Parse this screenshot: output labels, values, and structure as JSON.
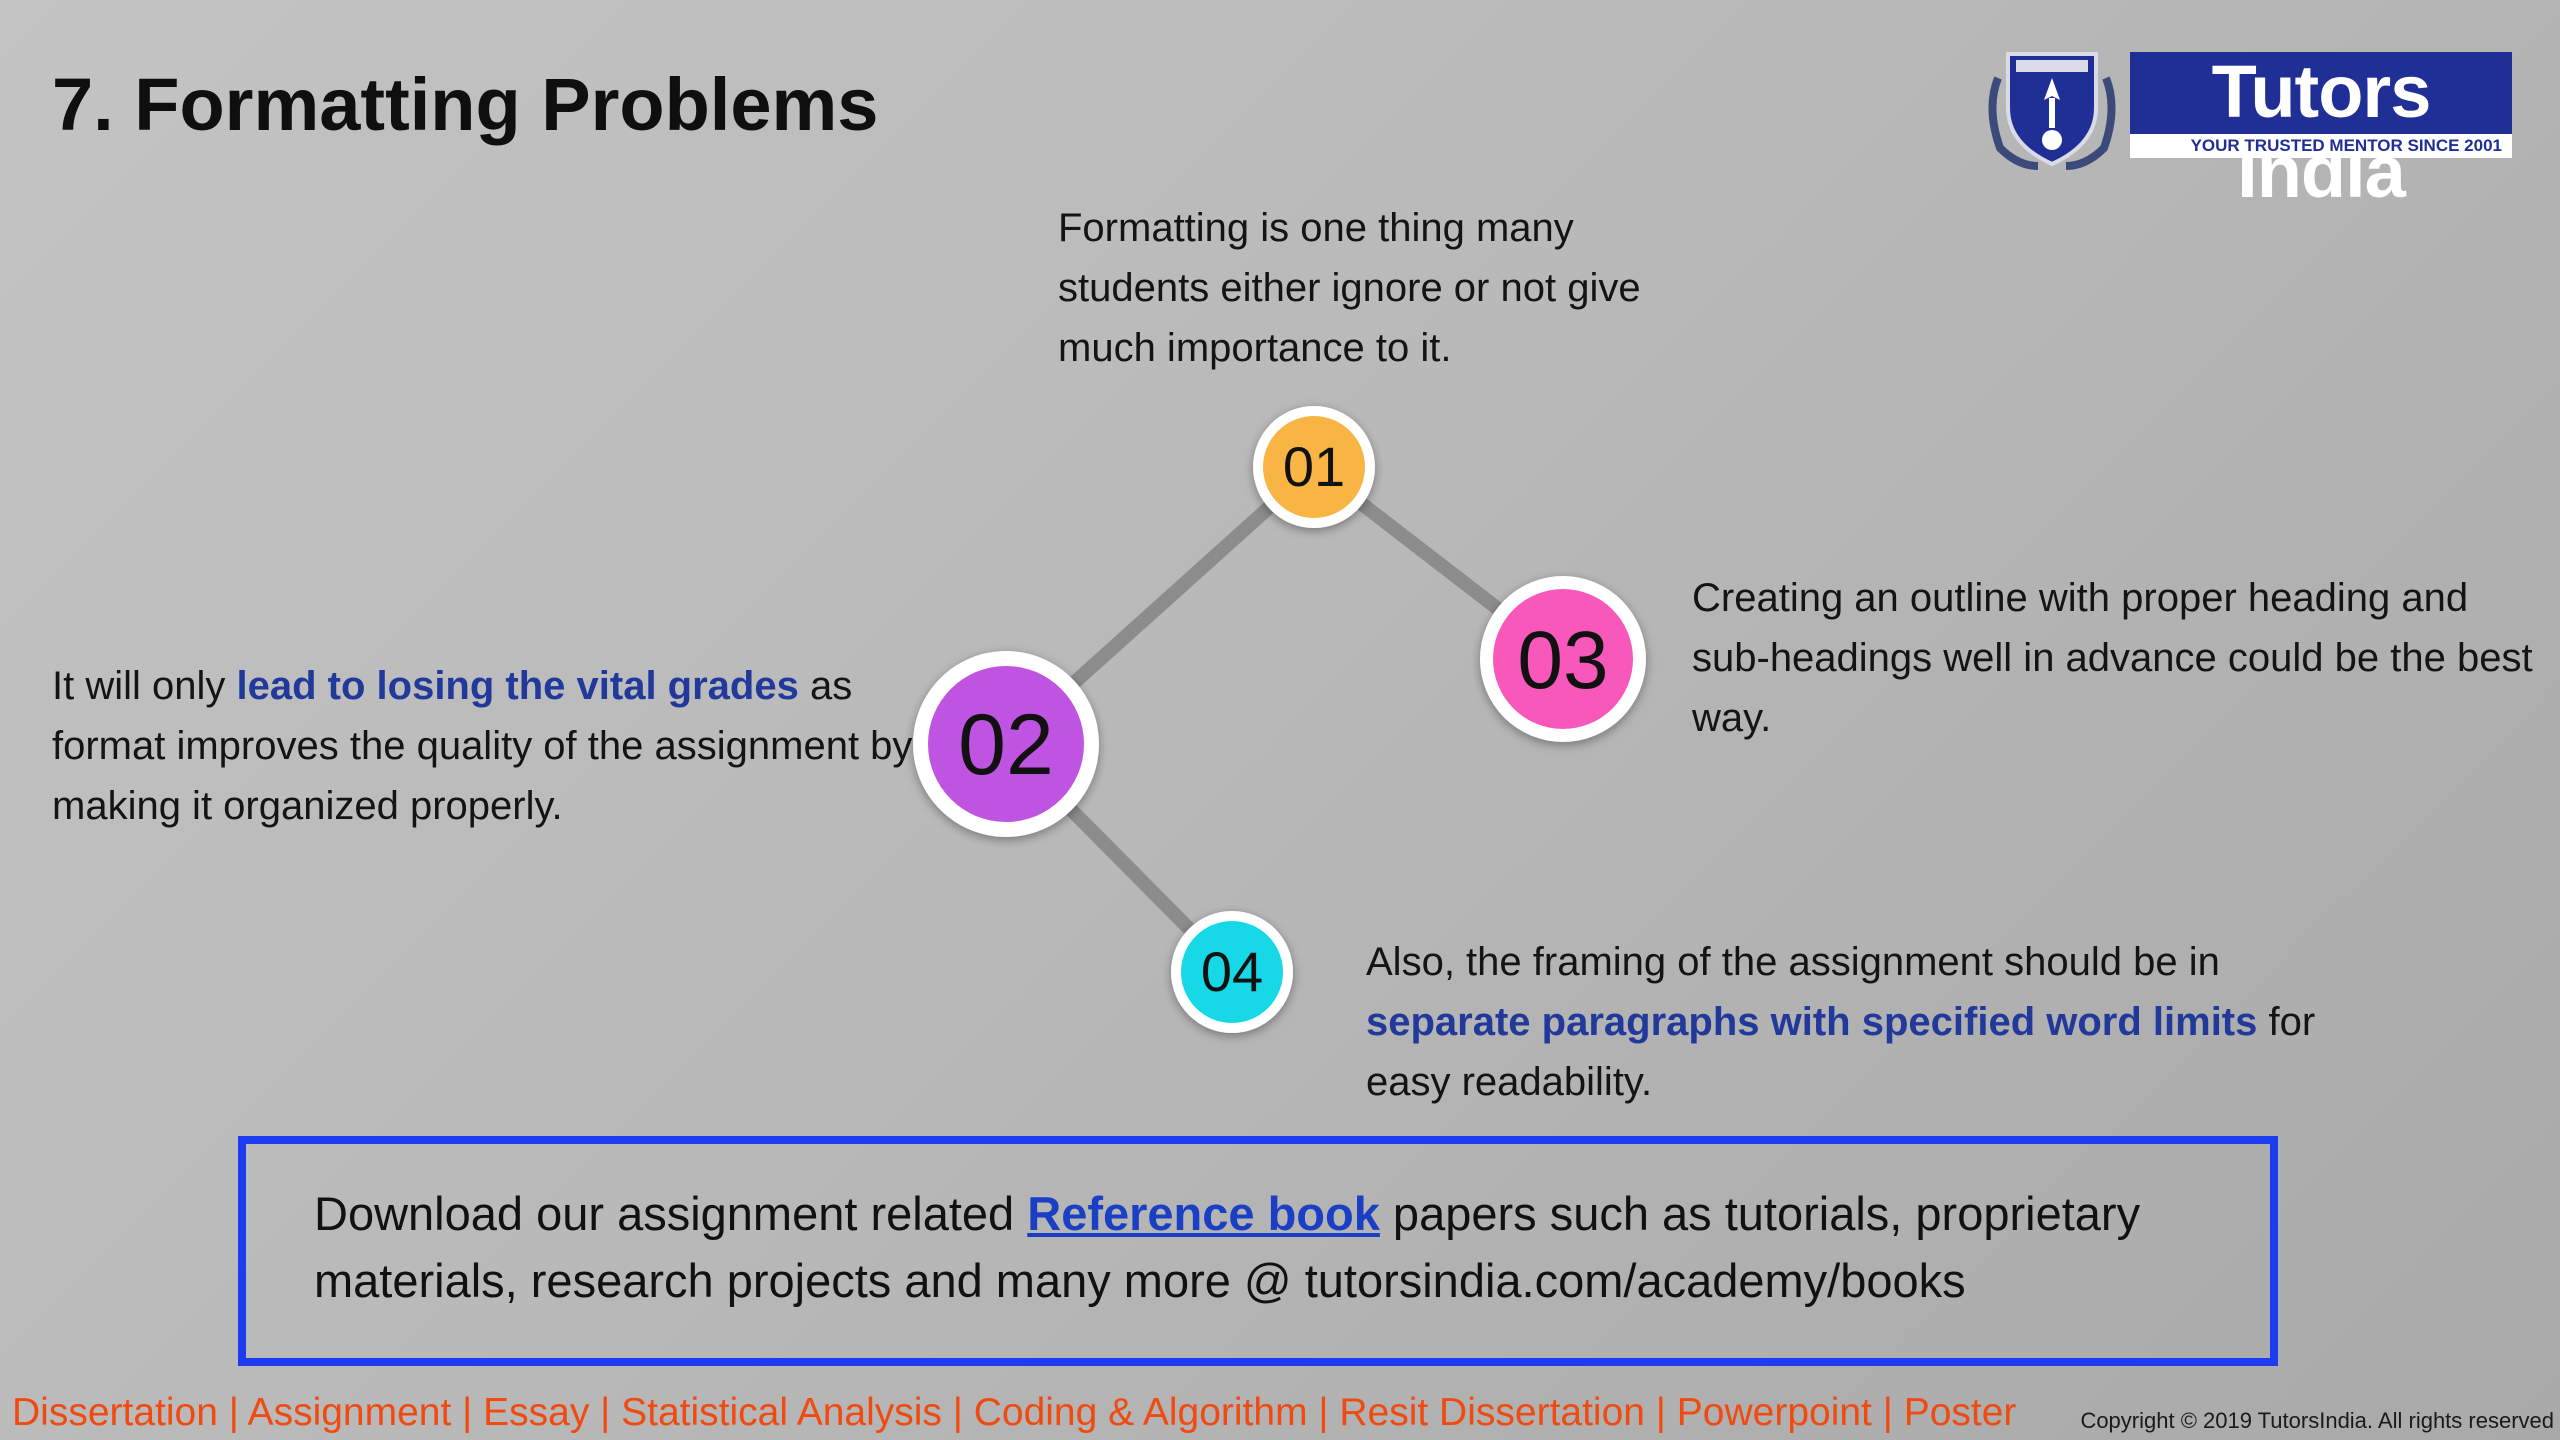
{
  "slide": {
    "title": "7. Formatting Problems"
  },
  "logo": {
    "name": "Tutors India",
    "tagline": "YOUR TRUSTED MENTOR SINCE 2001"
  },
  "diagram": {
    "nodes": [
      {
        "label": "01",
        "color": "#f9b544"
      },
      {
        "label": "02",
        "color": "#c054e2"
      },
      {
        "label": "03",
        "color": "#f758ba"
      },
      {
        "label": "04",
        "color": "#17d8e6"
      }
    ],
    "connector_color": "#8c8c8c"
  },
  "points": {
    "p1": {
      "text": "Formatting is one thing many students either ignore or not give much importance to it."
    },
    "p2": {
      "before": "It will only ",
      "highlight": "lead to losing the vital grades",
      "after": " as format improves the quality of the assignment by making it organized properly."
    },
    "p3": {
      "text": "Creating an outline with proper heading and sub-headings well in advance could be the best way."
    },
    "p4": {
      "before": "Also, the framing of the assignment should be in ",
      "highlight": "separate paragraphs with specified word limits",
      "after": " for easy readability."
    }
  },
  "callout": {
    "before": "Download our assignment related ",
    "link": "Reference book",
    "after": " papers such as tutorials, proprietary materials, research projects and many more @ tutorsindia.com/academy/books"
  },
  "footer": {
    "links": "Dissertation | Assignment | Essay | Statistical Analysis | Coding & Algorithm  | Resit Dissertation | Powerpoint | Poster",
    "copyright": "Copyright © 2019 TutorsIndia. All rights reserved"
  },
  "colors": {
    "highlight": "#22399c",
    "callout_border": "#1b3cf0",
    "footer_text": "#f04a10",
    "logo_blue": "#1f2f96"
  }
}
